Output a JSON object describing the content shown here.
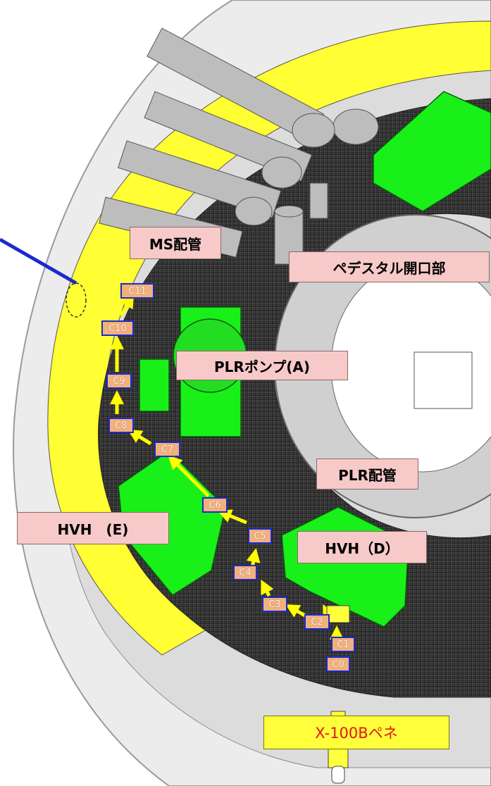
{
  "labels": {
    "ms_piping": "MS配管",
    "pedestal_opening": "ペデスタル開口部",
    "plr_pump_a": "PLRポンプ(A)",
    "plr_piping": "PLR配管",
    "hvh_e": "HVH　(E)",
    "hvh_d": "HVH（D）",
    "penetration": "X-100Bペネ"
  },
  "route_points": [
    "C0",
    "C1",
    "C2",
    "C3",
    "C4",
    "C5",
    "C6",
    "C7",
    "C8",
    "C9",
    "C10",
    "C11"
  ],
  "colors": {
    "label_bg": "#f7c9c9",
    "route_arrow": "#ffff00",
    "point_bg": "#f2b07a",
    "point_border": "#1a2ad0",
    "equipment_green": "#19f019",
    "pedestal_yellow": "#ffff33",
    "pointer_line": "#1a2ad0",
    "penetration_text": "#e01818"
  }
}
